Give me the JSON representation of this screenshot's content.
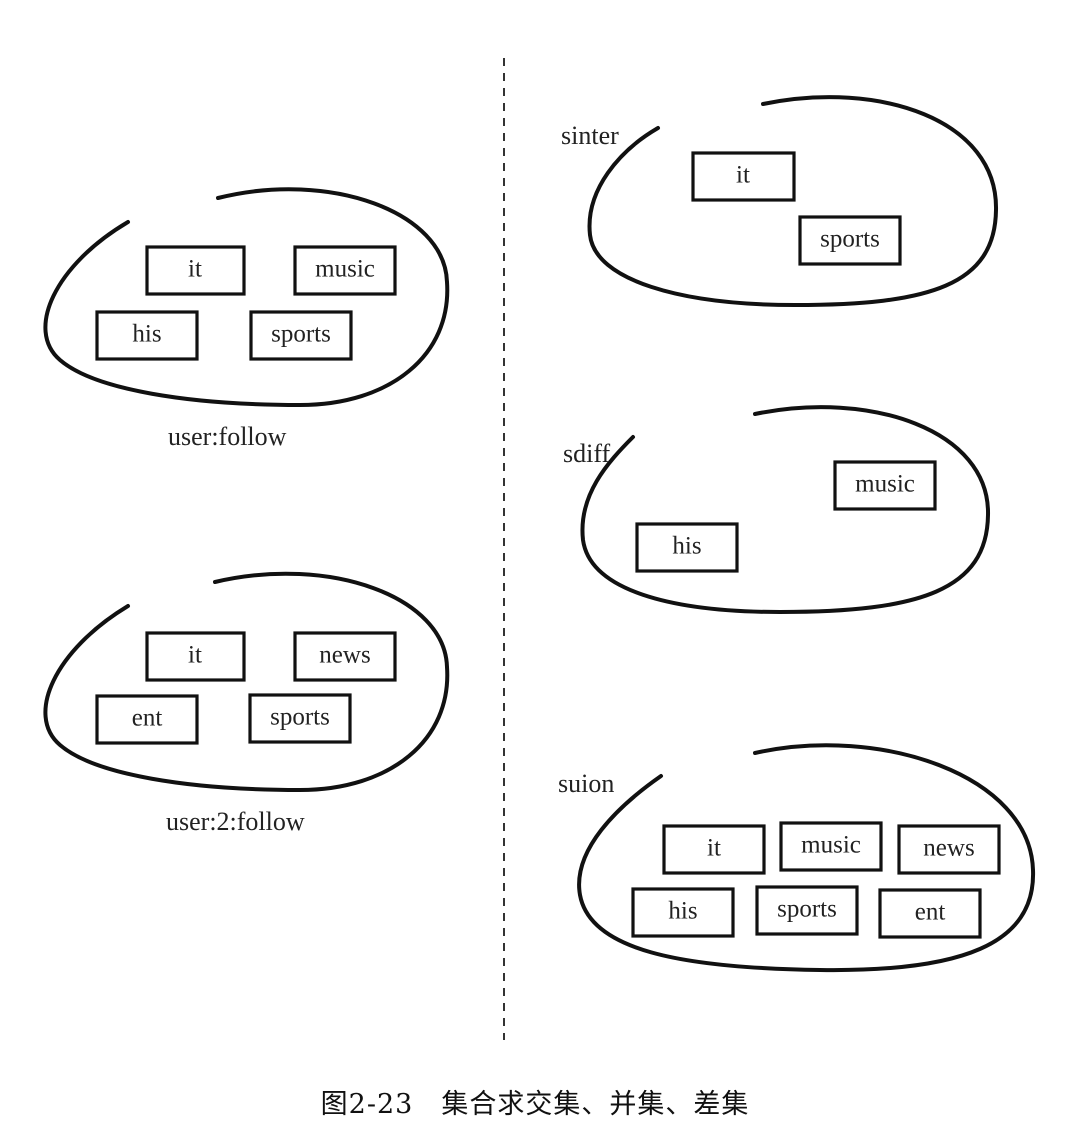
{
  "caption": "图2-23　集合求交集、并集、差集",
  "sets": [
    {
      "label": "user:follow",
      "items": [
        "it",
        "music",
        "his",
        "sports"
      ]
    },
    {
      "label": "user:2:follow",
      "items": [
        "it",
        "news",
        "ent",
        "sports"
      ]
    },
    {
      "label": "sinter",
      "items": [
        "it",
        "sports"
      ]
    },
    {
      "label": "sdiff",
      "items": [
        "music",
        "his"
      ]
    },
    {
      "label": "suion",
      "items": [
        "it",
        "music",
        "news",
        "his",
        "sports",
        "ent"
      ]
    }
  ]
}
